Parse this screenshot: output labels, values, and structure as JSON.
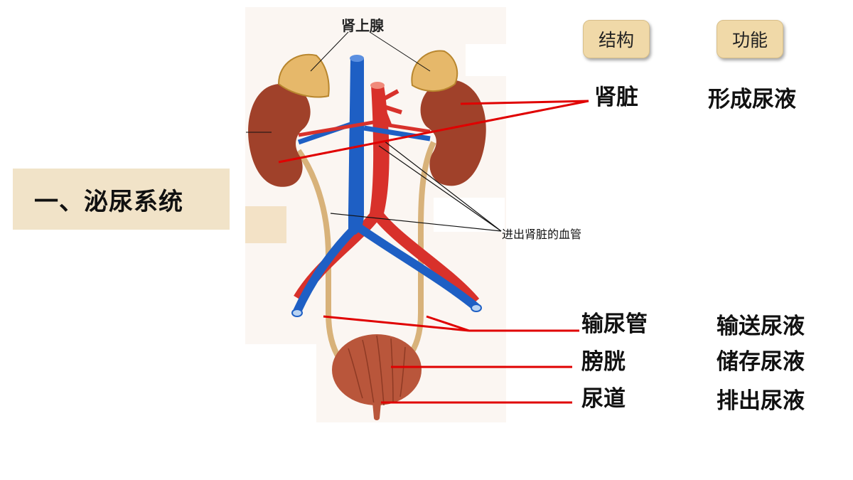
{
  "section": {
    "title": "一、泌尿系统"
  },
  "headers": {
    "structure": "结构",
    "function": "功能"
  },
  "diagram_labels": {
    "adrenal": "肾上腺",
    "vessels": "进出肾脏的血管"
  },
  "rows": [
    {
      "structure": "肾脏",
      "function": "形成尿液"
    },
    {
      "structure": "输尿管",
      "function": "输送尿液"
    },
    {
      "structure": "膀胱",
      "function": "储存尿液"
    },
    {
      "structure": "尿道",
      "function": "排出尿液"
    }
  ],
  "colors": {
    "leader_line": "#e00000",
    "vein": "#1e5fc4",
    "artery": "#d8312b",
    "kidney": "#a0412a",
    "adrenal": "#e6b86a",
    "ureter": "#d8b27a",
    "bladder": "#b9563b",
    "badge": "#f0d9a8",
    "title_bg": "#f1e3c8"
  }
}
